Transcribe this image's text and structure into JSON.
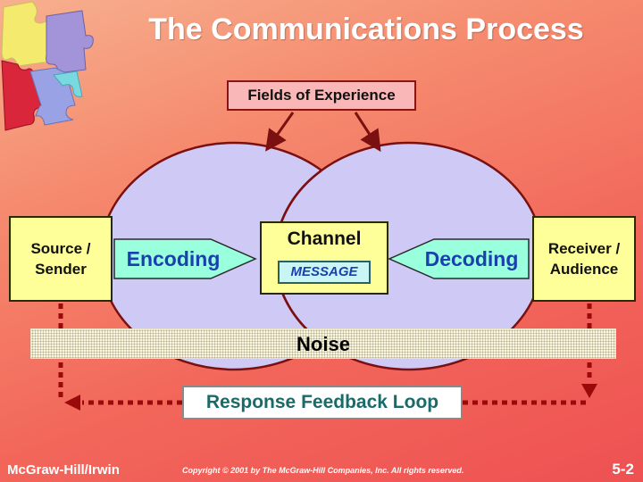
{
  "title": "The Communications Process",
  "fields_of_experience": "Fields of Experience",
  "source": {
    "line1": "Source /",
    "line2": "Sender"
  },
  "receiver": {
    "line1": "Receiver /",
    "line2": "Audience"
  },
  "encoding": "Encoding",
  "decoding": "Decoding",
  "channel": "Channel",
  "message": "MESSAGE",
  "noise": "Noise",
  "feedback": "Response Feedback Loop",
  "footer": {
    "publisher": "McGraw-Hill/Irwin",
    "copyright": "Copyright © 2001 by The McGraw-Hill Companies, Inc.  All rights reserved.",
    "page": "5-2"
  },
  "colors": {
    "circle_fill": "#cfc9f5",
    "box_yellow": "#ffff99",
    "arrow_fill": "#99ffdd",
    "label_blue": "#1a40b0",
    "dark_red": "#8a1414"
  }
}
